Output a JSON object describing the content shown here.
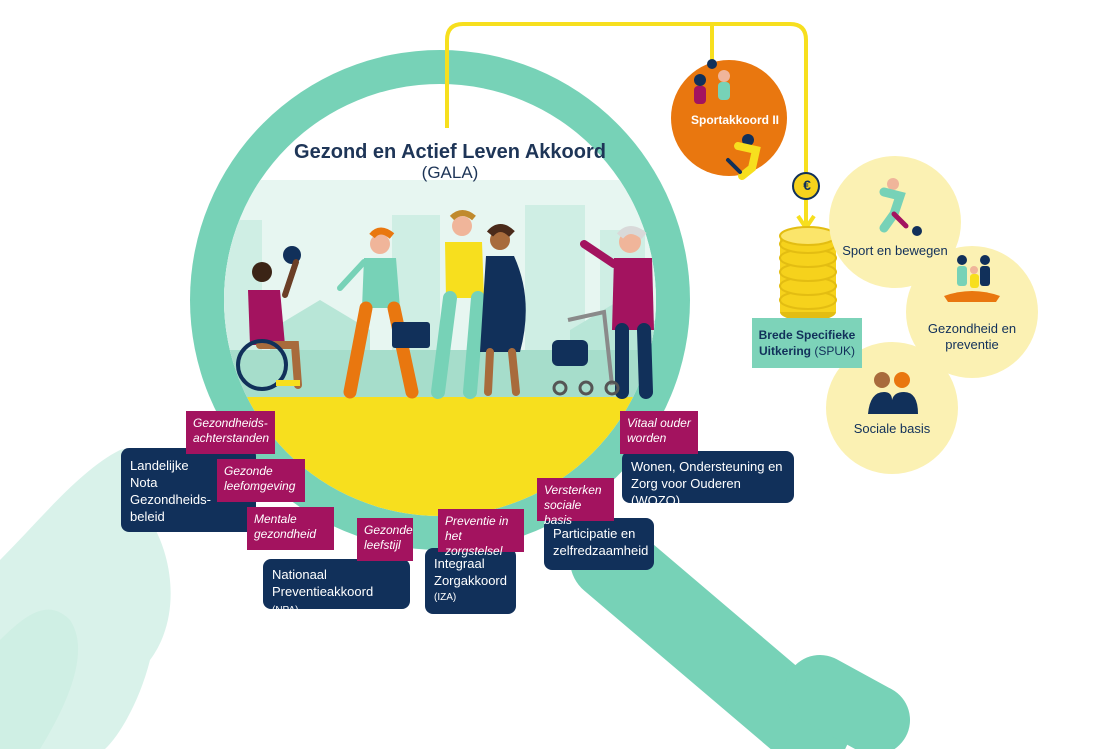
{
  "center": {
    "title": "Gezond en Actief Leven Akkoord",
    "subtitle": "(GALA)"
  },
  "sportakkoord": {
    "label": "Sportakkoord II"
  },
  "euro": {
    "symbol": "€"
  },
  "spuk": {
    "line1": "Brede Specifieke",
    "line2_bold": "Uitkering",
    "line2_rest": "(SPUK)"
  },
  "outcomes": [
    {
      "label": "Sport en bewegen"
    },
    {
      "label_line1": "Gezondheid en",
      "label_line2": "preventie"
    },
    {
      "label": "Sociale basis"
    }
  ],
  "tags": {
    "gezondheidsachterstanden_1": "Gezondheids-",
    "gezondheidsachterstanden_2": "achterstanden",
    "gezonde_leefomgeving_1": "Gezonde",
    "gezonde_leefomgeving_2": "leefomgeving",
    "mentale_gezondheid_1": "Mentale",
    "mentale_gezondheid_2": "gezondheid",
    "gezonde_leefstijl_1": "Gezonde",
    "gezonde_leefstijl_2": "leefstijl",
    "preventie_zorgstelsel_1": "Preventie in",
    "preventie_zorgstelsel_2": "het zorgstelsel",
    "versterken_sociale_basis_1": "Versterken",
    "versterken_sociale_basis_2": "sociale basis",
    "vitaal_ouder_1": "Vitaal ouder",
    "vitaal_ouder_2": "worden"
  },
  "programs": {
    "landelijke_nota": [
      "Landelijke",
      "Nota",
      "Gezondheids-",
      "beleid"
    ],
    "npa_line1": "Nationaal",
    "npa_line2": "Preventieakkoord",
    "npa_abbr": "(NPA)",
    "iza": [
      "Integraal",
      "Zorgakkoord",
      "(IZA)"
    ],
    "participatie": [
      "Participatie en",
      "zelfredzaamheid"
    ],
    "wozo": [
      "Wonen, Ondersteuning en",
      "Zorg voor Ouderen (WOZO)"
    ]
  },
  "colors": {
    "teal": "#77d2b7",
    "light_teal": "#d9f2ea",
    "yellow": "#f7df1e",
    "orange": "#e9770f",
    "navy": "#11305a",
    "magenta": "#a3135f",
    "pale_yellow": "#fbf1b3",
    "coin": "#f6d21c"
  }
}
